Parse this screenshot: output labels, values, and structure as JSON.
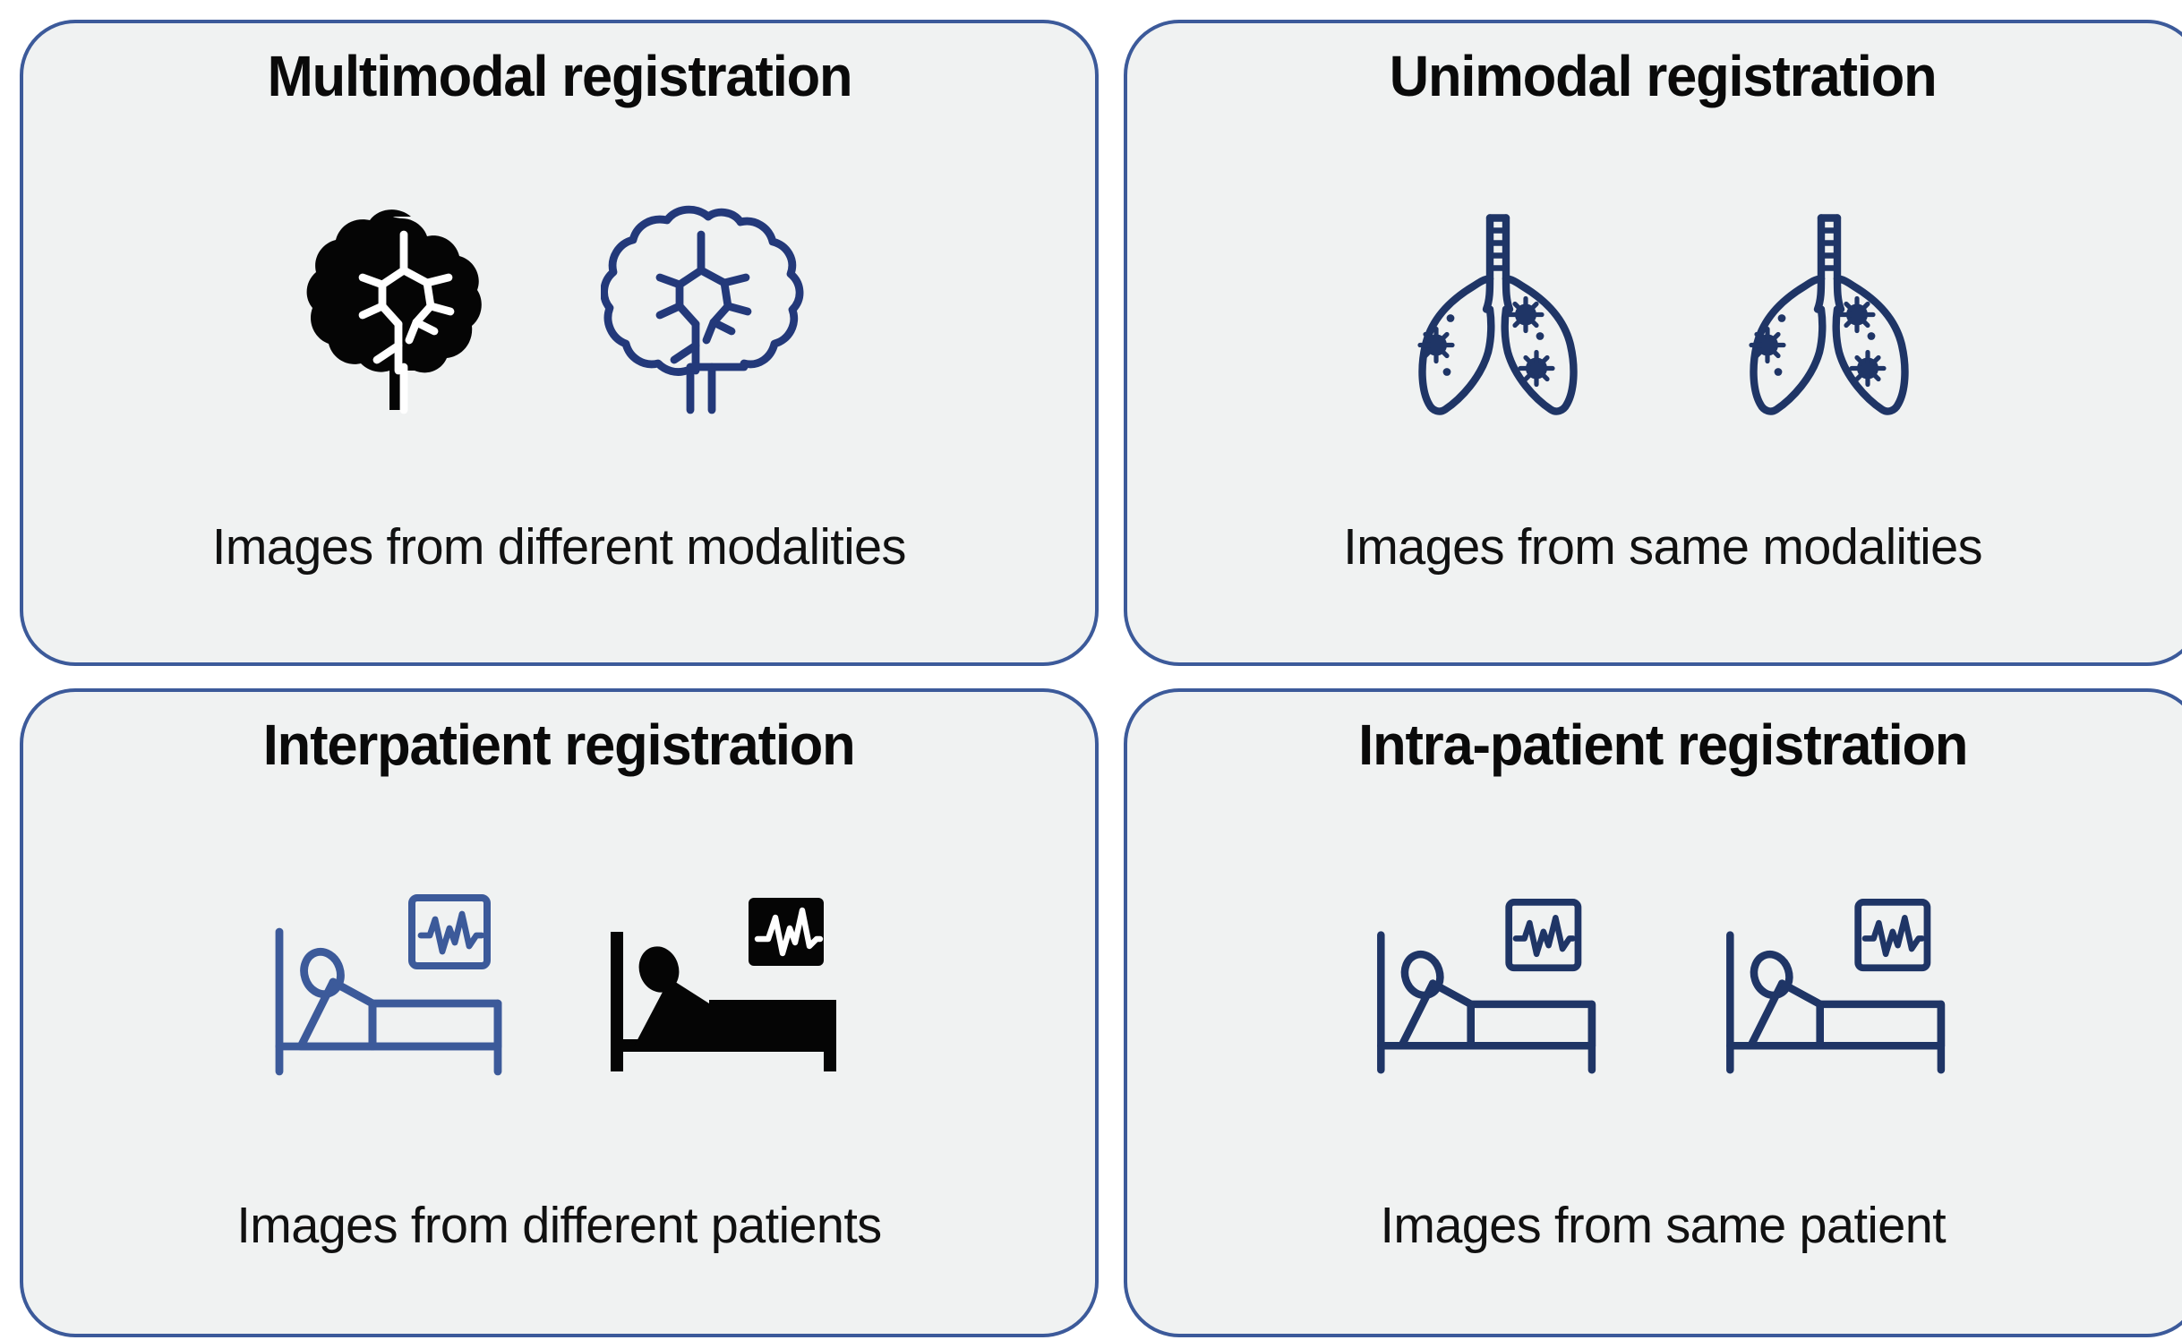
{
  "figure": {
    "type": "diagram",
    "description": "Two-by-two grid of rounded panels describing categories of medical image registration",
    "colors": {
      "panel_fill": "#f0f2f2",
      "panel_border": "#3c5a9a",
      "icon_navy": "#1f3566",
      "icon_blue": "#3c5a9a",
      "icon_black": "#050505",
      "title_text": "#0a0a0a",
      "caption_text": "#111111",
      "page_background": "#ffffff"
    }
  },
  "panels": [
    {
      "id": "multimodal",
      "title": "Multimodal registration",
      "caption": "Images from different modalities",
      "icons": [
        "brain-filled-icon",
        "brain-outline-icon"
      ]
    },
    {
      "id": "unimodal",
      "title": "Unimodal registration",
      "caption": "Images from same modalities",
      "icons": [
        "lungs-outline-icon",
        "lungs-outline-icon"
      ]
    },
    {
      "id": "interpatient",
      "title": "Interpatient registration",
      "caption": "Images from different patients",
      "icons": [
        "patient-bed-outline-icon",
        "patient-bed-filled-icon"
      ]
    },
    {
      "id": "intrapatient",
      "title": "Intra-patient registration",
      "caption": "Images from same patient",
      "icons": [
        "patient-bed-outline-icon",
        "patient-bed-outline-icon"
      ]
    }
  ]
}
